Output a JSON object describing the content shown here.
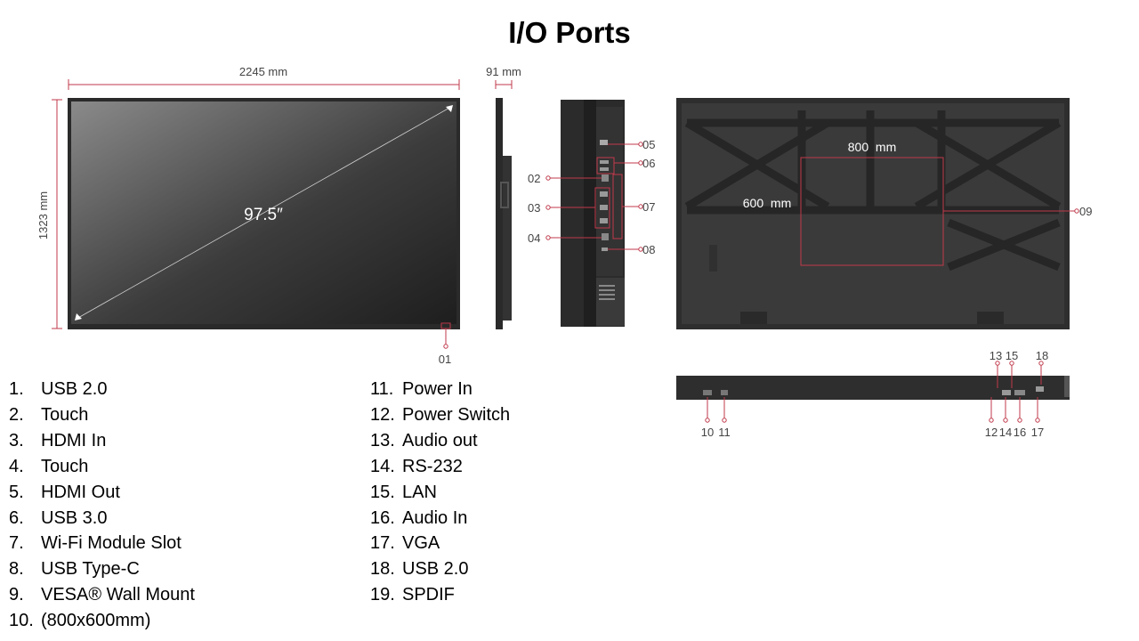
{
  "title": "I/O Ports",
  "dimensions": {
    "width": "2245 mm",
    "height": "1323 mm",
    "depth": "91 mm",
    "diagonal": "97.5″",
    "vesa_width": "800  mm",
    "vesa_height": "600  mm"
  },
  "callouts": {
    "c01": "01",
    "c02": "02",
    "c03": "03",
    "c04": "04",
    "c05": "05",
    "c06": "06",
    "c07": "07",
    "c08": "08",
    "c09": "09",
    "c10": "10",
    "c11": "11",
    "c12": "12",
    "c13": "13",
    "c14": "14",
    "c15": "15",
    "c16": "16",
    "c17": "17",
    "c18": "18"
  },
  "ports_left": [
    {
      "num": "1.",
      "label": "USB 2.0"
    },
    {
      "num": "2.",
      "label": "Touch"
    },
    {
      "num": "3.",
      "label": "HDMI In"
    },
    {
      "num": "4.",
      "label": "Touch"
    },
    {
      "num": "5.",
      "label": "HDMI Out"
    },
    {
      "num": "6.",
      "label": "USB 3.0"
    },
    {
      "num": "7.",
      "label": "Wi-Fi Module Slot"
    },
    {
      "num": "8.",
      "label": "USB Type-C"
    },
    {
      "num": "9.",
      "label": "VESA® Wall Mount"
    },
    {
      "num": "10.",
      "label": "(800x600mm)"
    }
  ],
  "ports_right": [
    {
      "num": "11.",
      "label": "Power In"
    },
    {
      "num": "12.",
      "label": "Power Switch"
    },
    {
      "num": "13.",
      "label": "Audio out"
    },
    {
      "num": "14.",
      "label": "RS-232"
    },
    {
      "num": "15.",
      "label": "LAN"
    },
    {
      "num": "16.",
      "label": "Audio In"
    },
    {
      "num": "17.",
      "label": "VGA"
    },
    {
      "num": "18.",
      "label": "USB 2.0"
    },
    {
      "num": "19.",
      "label": "SPDIF"
    }
  ],
  "colors": {
    "accent": "#c0394b",
    "bezel": "#2a2a2a",
    "screen_light": "#8a8a8a",
    "screen_dark": "#1e1e1e",
    "back_panel": "#3a3a3a"
  }
}
